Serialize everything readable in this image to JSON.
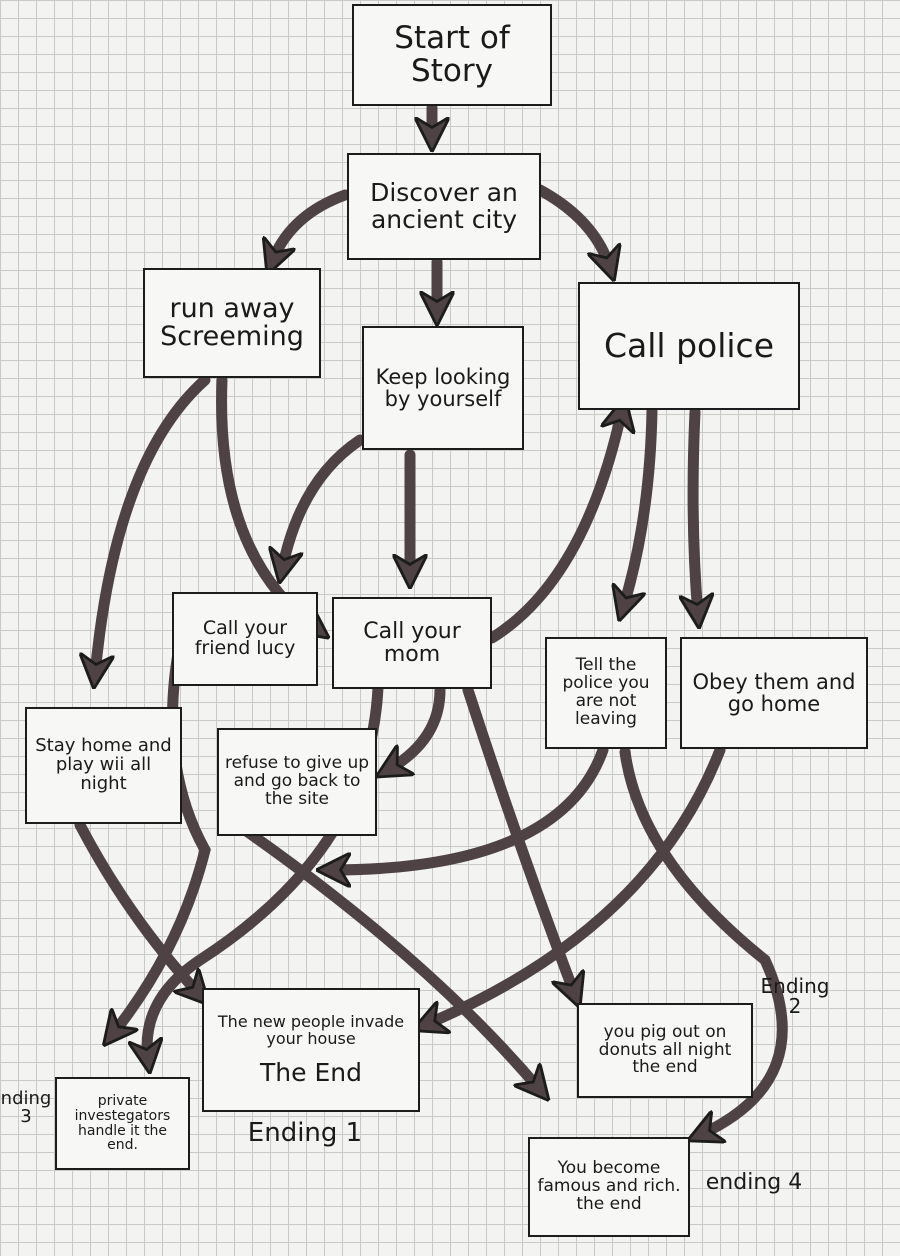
{
  "nodes": {
    "start": "Start of Story",
    "discover": "Discover an ancient city",
    "run_away": "run away Screeming",
    "keep_looking": "Keep looking by yourself",
    "call_police": "Call police",
    "call_friend": "Call your friend lucy",
    "call_mom": "Call your mom",
    "tell_police": "Tell the police you are not leaving",
    "obey": "Obey them and go home",
    "stay_home": "Stay home and play wii all night",
    "refuse": "refuse to give up and go back to the site",
    "new_people": "The new people invade your house",
    "new_people_end": "The End",
    "pig_out": "you pig out on donuts all night the end",
    "private_inv": "private investegators handle it the end.",
    "famous": "You become famous and rich. the end"
  },
  "labels": {
    "ending1": "Ending 1",
    "ending2": "Ending 2",
    "ending3": "nding 3",
    "ending4": "ending 4"
  },
  "colors": {
    "ink": "#1c1c1c",
    "arrow_fill": "#5a4a4d",
    "paper": "#f3f3f1",
    "grid": "#c9c9c6"
  }
}
